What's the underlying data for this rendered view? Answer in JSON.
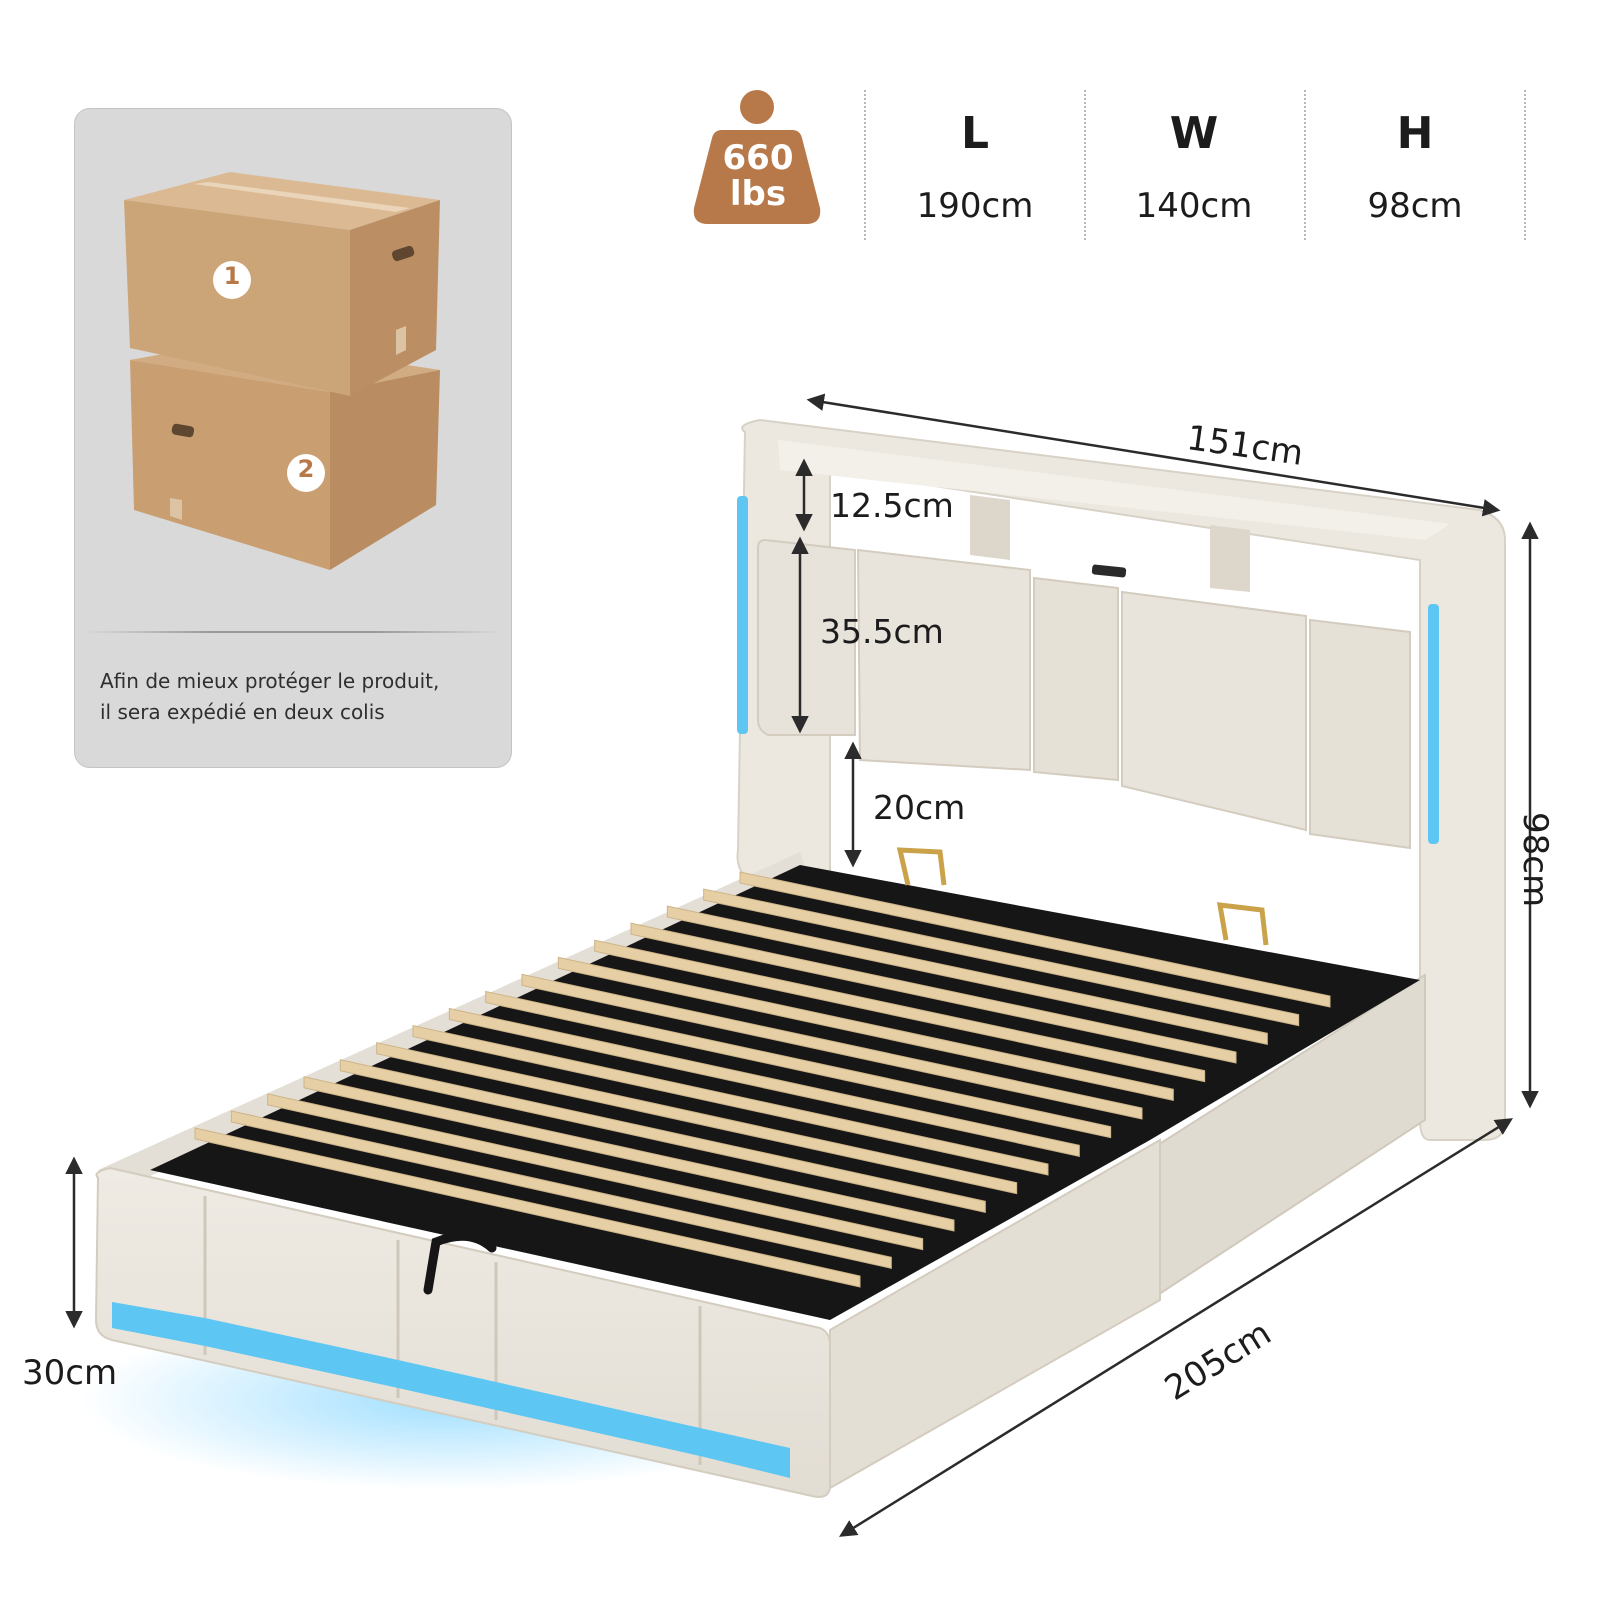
{
  "package_info": {
    "box_1_number": "1",
    "box_2_number": "2",
    "note_line_1": "Afin de mieux protéger le produit,",
    "note_line_2": "il sera expédié en deux colis"
  },
  "specs": {
    "weight_line_1": "660",
    "weight_line_2": "lbs",
    "length_letter": "L",
    "length_value": "190cm",
    "width_letter": "W",
    "width_value": "140cm",
    "height_letter": "H",
    "height_value": "98cm"
  },
  "dimensions": {
    "headboard_width": "151cm",
    "shelf_height": "12.5cm",
    "panel_height": "35.5cm",
    "panel_gap": "20cm",
    "total_height": "98cm",
    "frame_height": "30cm",
    "total_length": "205cm"
  },
  "colors": {
    "accent_brown": "#b8794a",
    "led_blue": "#5ec6f2",
    "fabric_cream": "#ebe6dd",
    "slat_wood": "#e6cfa4",
    "frame_black": "#161616",
    "panel_gray": "#d9d9d9"
  }
}
